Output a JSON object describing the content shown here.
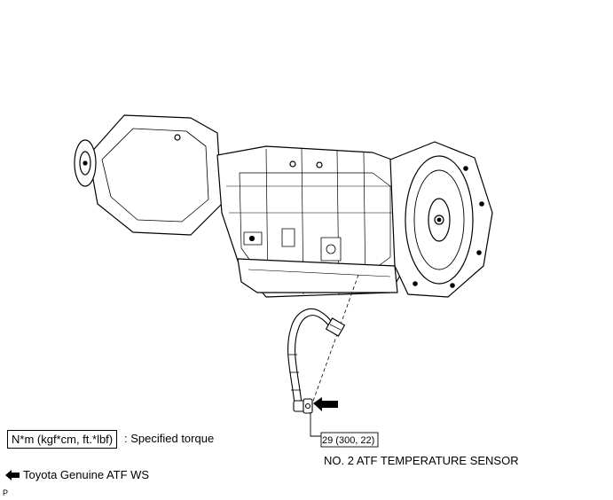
{
  "callouts": {
    "torque_value": "29 (300, 22)",
    "sensor_label": "NO. 2 ATF TEMPERATURE SENSOR"
  },
  "legend": {
    "torque_box": "N*m (kgf*cm, ft.*lbf)",
    "torque_desc": ": Specified torque",
    "atf_label": "Toyota Genuine ATF WS"
  },
  "footer": {
    "code": "P"
  }
}
